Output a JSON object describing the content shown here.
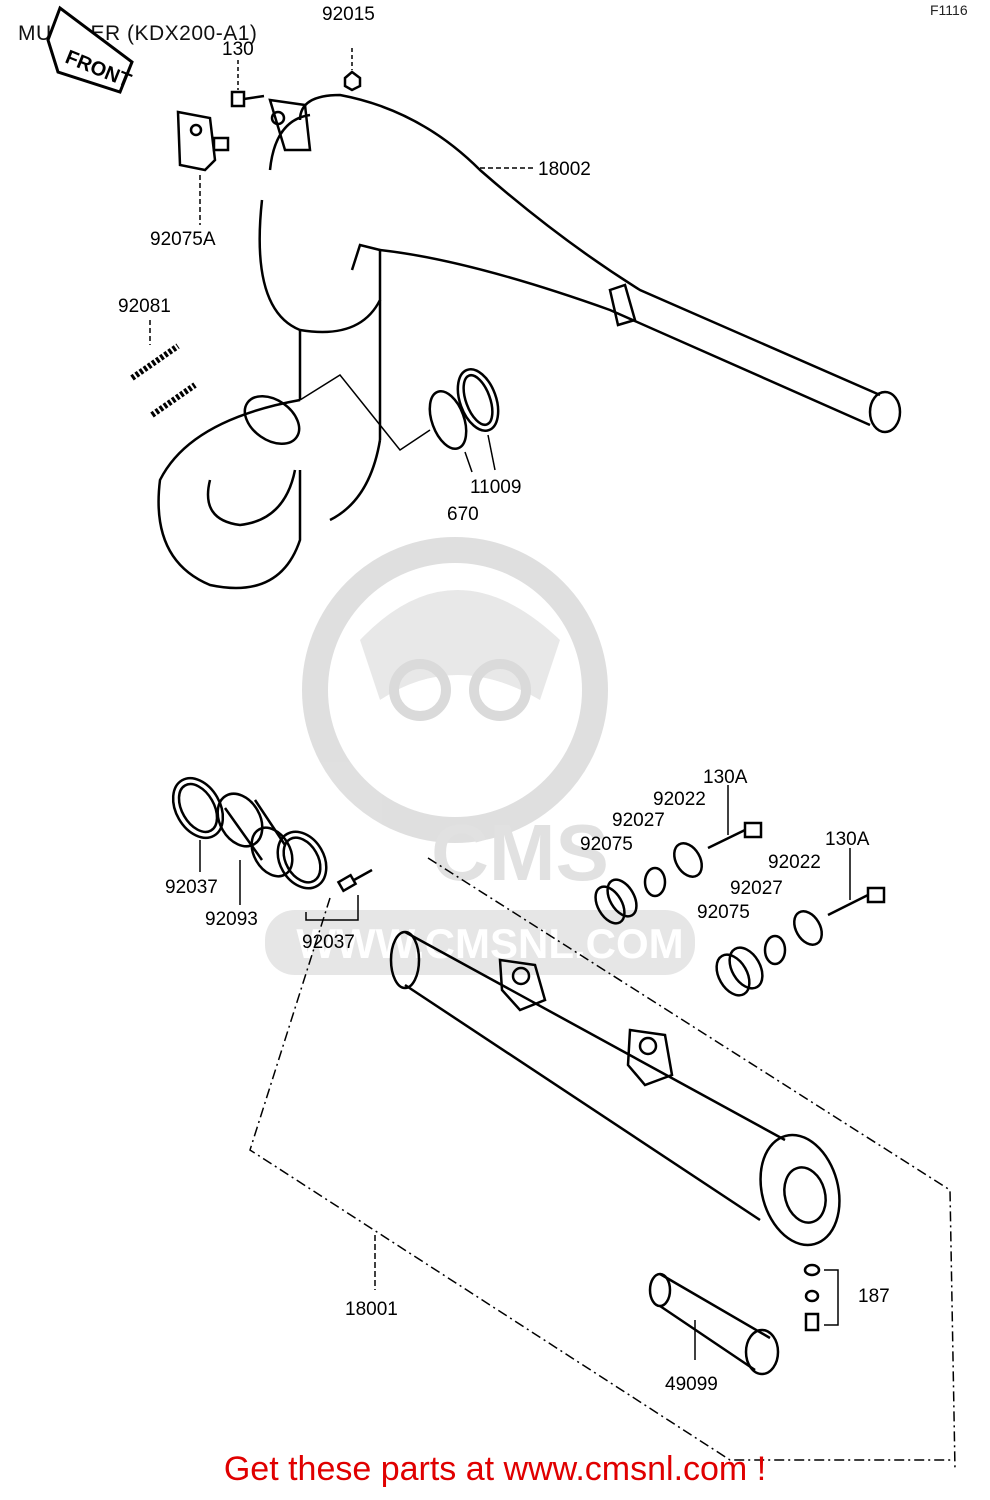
{
  "header": {
    "title": "MUFFLER (KDX200-A1)",
    "corner_code": "F1116"
  },
  "front_marker": "FRONT",
  "watermark": {
    "brand": "CMS",
    "url": "WWW.CMSNL.COM"
  },
  "parts": {
    "p92015": "92015",
    "p130": "130",
    "p18002": "18002",
    "p92075A": "92075A",
    "p92081": "92081",
    "p11009": "11009",
    "p670": "670",
    "p130A_a": "130A",
    "p92022_a": "92022",
    "p92027_a": "92027",
    "p92075_a": "92075",
    "p130A_b": "130A",
    "p92022_b": "92022",
    "p92027_b": "92027",
    "p92075_b": "92075",
    "p92037_a": "92037",
    "p92093": "92093",
    "p92037_b": "92037",
    "p18001": "18001",
    "p187": "187",
    "p49099": "49099"
  },
  "footer": {
    "cta": "Get these parts at www.cmsnl.com !"
  },
  "colors": {
    "cta": "#e00000",
    "ink": "#000000",
    "watermark": "#d9d9d9"
  }
}
